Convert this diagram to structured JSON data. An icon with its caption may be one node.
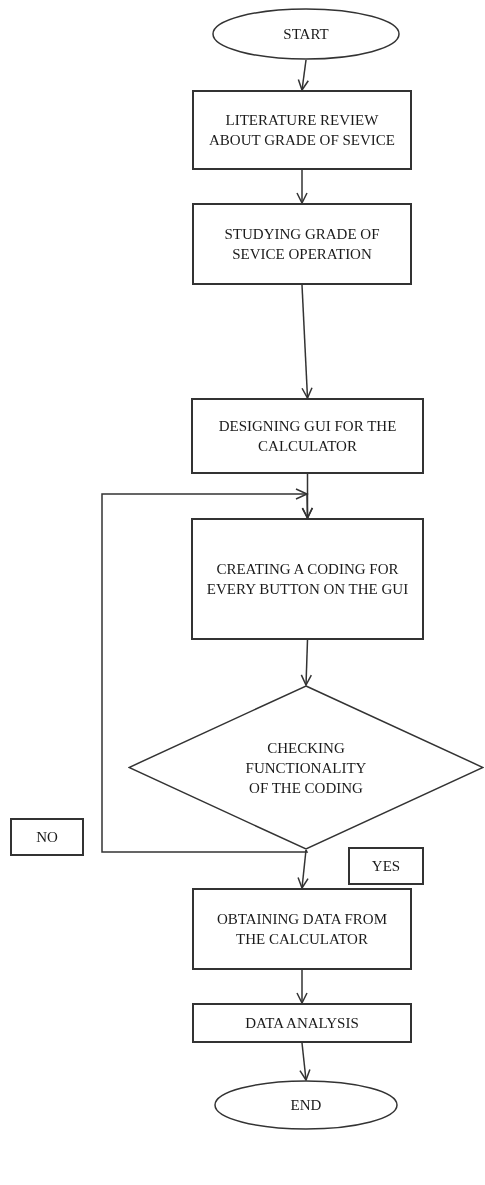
{
  "diagram": {
    "nodes": [
      {
        "text": [
          "START"
        ]
      },
      {
        "text": [
          "LITERATURE REVIEW ABOUT GRADE OF SEVICE"
        ]
      },
      {
        "text": [
          "STUDYING GRADE OF SEVICE OPERATION"
        ]
      },
      {
        "text": [
          "DESIGNING GUI FOR THE CALCULATOR"
        ]
      },
      {
        "text": [
          "CREATING A CODING FOR EVERY BUTTON ON THE GUI"
        ]
      },
      {
        "text": [
          "CHECKING FUNCTIONALITY OF THE CODING"
        ]
      },
      {
        "text": [
          "NO"
        ]
      },
      {
        "text": [
          "YES"
        ]
      },
      {
        "text": [
          "OBTAINING DATA FROM THE CALCULATOR"
        ]
      },
      {
        "text": [
          "DATA ANALYSIS"
        ]
      },
      {
        "text": [
          "END"
        ]
      }
    ],
    "edges": [
      {
        "from": 0,
        "to": 1,
        "arrow": "to"
      },
      {
        "from": 1,
        "to": 2,
        "arrow": "to"
      },
      {
        "from": 2,
        "to": 3,
        "arrow": "to"
      },
      {
        "from": 3,
        "to": 4,
        "arrow": "to"
      },
      {
        "from": 4,
        "to": 5,
        "arrow": "to"
      },
      {
        "from": 5,
        "to": 4,
        "arrow": "to"
      },
      {
        "from": 5,
        "to": 8,
        "arrow": "to"
      },
      {
        "from": 8,
        "to": 9,
        "arrow": "to"
      },
      {
        "from": 9,
        "to": 10,
        "arrow": "to"
      }
    ]
  }
}
